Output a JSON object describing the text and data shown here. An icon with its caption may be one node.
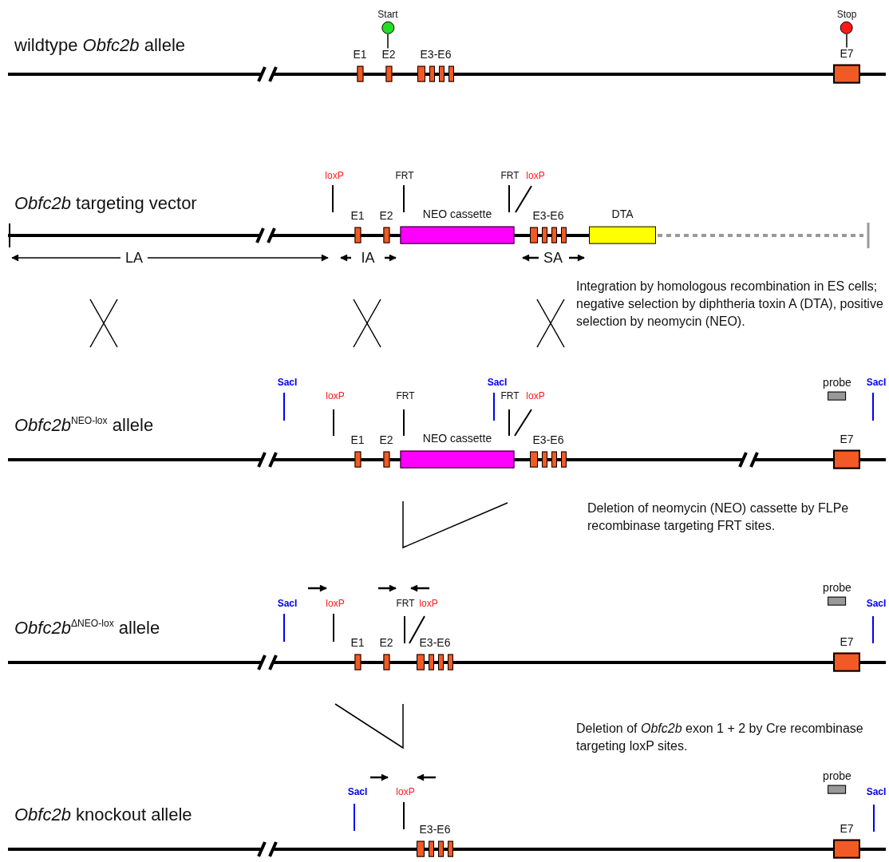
{
  "diagram": {
    "nodes": [
      {
        "text": [
          "Start"
        ]
      },
      {
        "text": [
          "Stop"
        ]
      },
      {
        "text": [
          "E1"
        ]
      },
      {
        "text": [
          "E2"
        ]
      },
      {
        "text": [
          "E3-E6"
        ]
      },
      {
        "text": [
          "E7"
        ]
      },
      {
        "text": [
          "E1"
        ]
      },
      {
        "text": [
          "E2"
        ]
      },
      {
        "text": [
          "NEO cassette"
        ]
      },
      {
        "text": [
          "E3-E6"
        ]
      },
      {
        "text": [
          "DTA"
        ]
      },
      {
        "text": [
          "probe"
        ]
      },
      {
        "text": [
          "E1"
        ]
      },
      {
        "text": [
          "E2"
        ]
      },
      {
        "text": [
          "NEO cassette"
        ]
      },
      {
        "text": [
          "E3-E6"
        ]
      },
      {
        "text": [
          "E7"
        ]
      },
      {
        "text": [
          "probe"
        ]
      },
      {
        "text": [
          "E1"
        ]
      },
      {
        "text": [
          "E2"
        ]
      },
      {
        "text": [
          "E3-E6"
        ]
      },
      {
        "text": [
          "E7"
        ]
      },
      {
        "text": [
          "probe"
        ]
      },
      {
        "text": [
          "E3-E6"
        ]
      },
      {
        "text": [
          "E7"
        ]
      }
    ],
    "edges": [
      {
        "from": 0,
        "to": 3,
        "arrow": "none"
      },
      {
        "from": 1,
        "to": 5,
        "arrow": "none"
      }
    ],
    "labels": [
      "wildtype *Obfc2b* allele",
      "loxP",
      "FRT",
      "FRT",
      "loxP",
      "*Obfc2b* targeting vector",
      "LA",
      "IA",
      "SA",
      "Integration by homologous recombination in ES cells; negative selection by diphtheria toxin A (DTA), positive selection by neomycin (NEO).",
      "SacI",
      "SacI",
      "SacI",
      "loxP",
      "FRT",
      "FRT",
      "loxP",
      "*Obfc2b*$^{NEO-lox}$ allele",
      "Deletion of neomycin (NEO) cassette by FLPe recombinase targeting FRT sites.",
      "SacI",
      "loxP",
      "FRT",
      "loxP",
      "SacI",
      "*Obfc2b*$^{ΔNEO-lox}$ allele",
      "Deletion of *Obfc2b* exon 1 + 2 by Cre recombinase targeting loxP sites.",
      "SacI",
      "loxP",
      "SacI",
      "*Obfc2b* knockout allele"
    ]
  }
}
